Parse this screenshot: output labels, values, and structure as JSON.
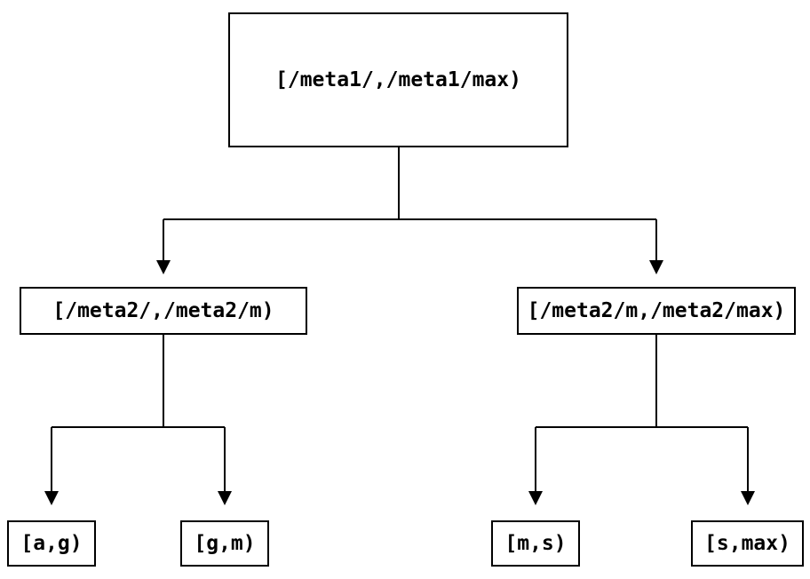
{
  "diagram": {
    "type": "tree",
    "bg_color": "#ffffff",
    "line_color": "#000000",
    "nodes": {
      "root": {
        "label": "[/meta1/,/meta1/max)",
        "children": [
          "meta2_low",
          "meta2_high"
        ]
      },
      "meta2_low": {
        "label": "[/meta2/,/meta2/m)",
        "children": [
          "ag",
          "gm"
        ]
      },
      "meta2_high": {
        "label": "[/meta2/m,/meta2/max)",
        "children": [
          "ms",
          "smax"
        ]
      },
      "ag": {
        "label": "[a,g)"
      },
      "gm": {
        "label": "[g,m)"
      },
      "ms": {
        "label": "[m,s)"
      },
      "smax": {
        "label": "[s,max)"
      }
    }
  }
}
